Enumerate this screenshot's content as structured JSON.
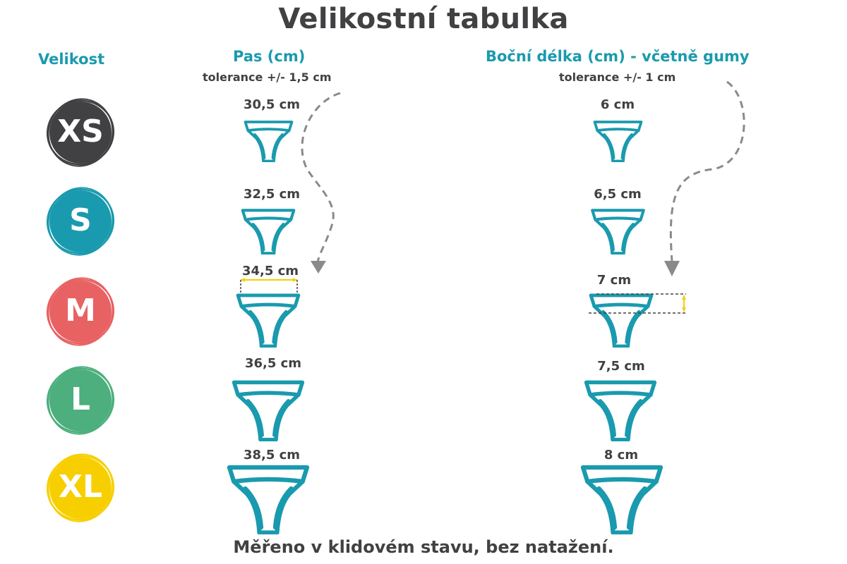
{
  "title": "Velikostní tabulka",
  "size_header": "Velikost",
  "waist": {
    "header": "Pas  (cm)",
    "tolerance": "tolerance +/- 1,5 cm"
  },
  "side": {
    "header": "Boční délka (cm) - včetně gumy",
    "tolerance": "tolerance +/- 1 cm"
  },
  "sizes": [
    {
      "label": "XS",
      "color": "#414042",
      "waist": "30,5 cm",
      "side": "6 cm"
    },
    {
      "label": "S",
      "color": "#1a9aae",
      "waist": "32,5 cm",
      "side": "6,5 cm"
    },
    {
      "label": "M",
      "color": "#e86263",
      "waist": "34,5 cm",
      "side": "7 cm"
    },
    {
      "label": "L",
      "color": "#4caf7d",
      "waist": "36,5 cm",
      "side": "7,5 cm"
    },
    {
      "label": "XL",
      "color": "#f7cf00",
      "waist": "38,5 cm",
      "side": "8 cm"
    }
  ],
  "footer": "Měřeno v klidovém stavu, bez natažení.",
  "colors": {
    "accent": "#1a9aae",
    "text": "#414042",
    "measure_marker": "#f7cf00",
    "arrow": "#8a8a8a"
  },
  "icons": [
    "underwear-icon",
    "dashed-arrow-icon",
    "size-badge-icon"
  ]
}
